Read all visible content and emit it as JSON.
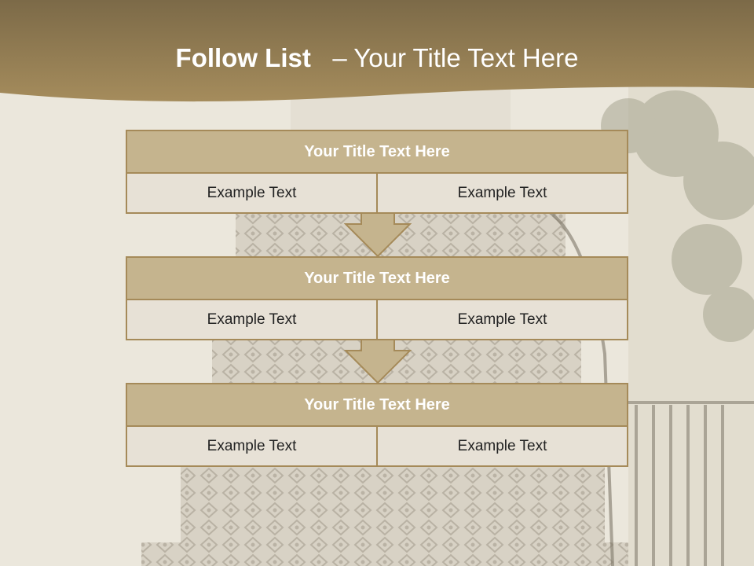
{
  "header": {
    "title_bold": "Follow List",
    "title_rest": "– Your Title Text Here"
  },
  "blocks": [
    {
      "title": "Your Title Text Here",
      "cells": [
        "Example Text",
        "Example Text"
      ]
    },
    {
      "title": "Your Title Text Here",
      "cells": [
        "Example Text",
        "Example Text"
      ]
    },
    {
      "title": "Your Title Text Here",
      "cells": [
        "Example Text",
        "Example Text"
      ]
    }
  ],
  "colors": {
    "banner": "#a48a5b",
    "title_fill": "#c5b48e",
    "cell_fill": "#e7e1d6",
    "border": "#a58a59"
  }
}
